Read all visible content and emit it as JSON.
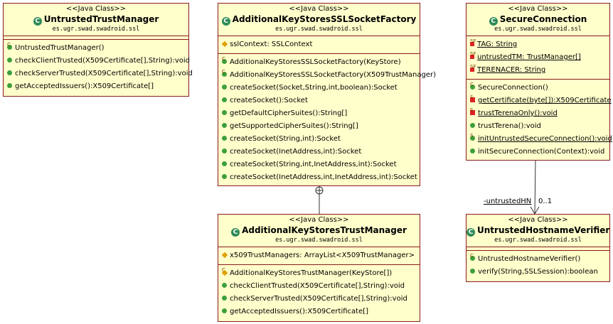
{
  "stereotype": "<<Java Class>>",
  "classes": {
    "untrusted_tm": {
      "name": "UntrustedTrustManager",
      "package": "es.ugr.swad.swadroid.ssl",
      "methods": [
        "UntrustedTrustManager()",
        "checkClientTrusted(X509Certificate[],String):void",
        "checkServerTrusted(X509Certificate[],String):void",
        "getAcceptedIssuers():X509Certificate[]"
      ]
    },
    "ssl_factory": {
      "name": "AdditionalKeyStoresSSLSocketFactory",
      "package": "es.ugr.swad.swadroid.ssl",
      "fields": [
        "sslContext: SSLContext"
      ],
      "methods": [
        "AdditionalKeyStoresSSLSocketFactory(KeyStore)",
        "AdditionalKeyStoresSSLSocketFactory(X509TrustManager)",
        "createSocket(Socket,String,int,boolean):Socket",
        "createSocket():Socket",
        "getDefaultCipherSuites():String[]",
        "getSupportedCipherSuites():String[]",
        "createSocket(String,int):Socket",
        "createSocket(InetAddress,int):Socket",
        "createSocket(String,int,InetAddress,int):Socket",
        "createSocket(InetAddress,int,InetAddress,int):Socket"
      ]
    },
    "trust_manager": {
      "name": "AdditionalKeyStoresTrustManager",
      "package": "es.ugr.swad.swadroid.ssl",
      "fields": [
        "x509TrustManagers: ArrayList<X509TrustManager>"
      ],
      "methods": [
        "AdditionalKeyStoresTrustManager(KeyStore[])",
        "checkClientTrusted(X509Certificate[],String):void",
        "checkServerTrusted(X509Certificate[],String):void",
        "getAcceptedIssuers():X509Certificate[]"
      ]
    },
    "secure_connection": {
      "name": "SecureConnection",
      "package": "es.ugr.swad.swadroid.ssl",
      "fields": [
        "TAG: String",
        "untrustedTM: TrustManager[]",
        "TERENACER: String"
      ],
      "methods": [
        "SecureConnection()",
        "getCertificate(byte[]):X509Certificate",
        "trustTerenaOnly():void",
        "trustTerena():void",
        "initUntrustedSecureConnection():void",
        "initSecureConnection(Context):void"
      ]
    },
    "hostname_verifier": {
      "name": "UntrustedHostnameVerifier",
      "package": "es.ugr.swad.swadroid.ssl",
      "methods": [
        "UntrustedHostnameVerifier()",
        "verify(String,SSLSession):boolean"
      ]
    }
  },
  "association": {
    "role": "-untrustedHN",
    "multiplicity": "0..1"
  },
  "colors": {
    "box_fill": "#ffffcc",
    "box_border": "#8b1a1a",
    "class_icon": "#2e8b57"
  }
}
